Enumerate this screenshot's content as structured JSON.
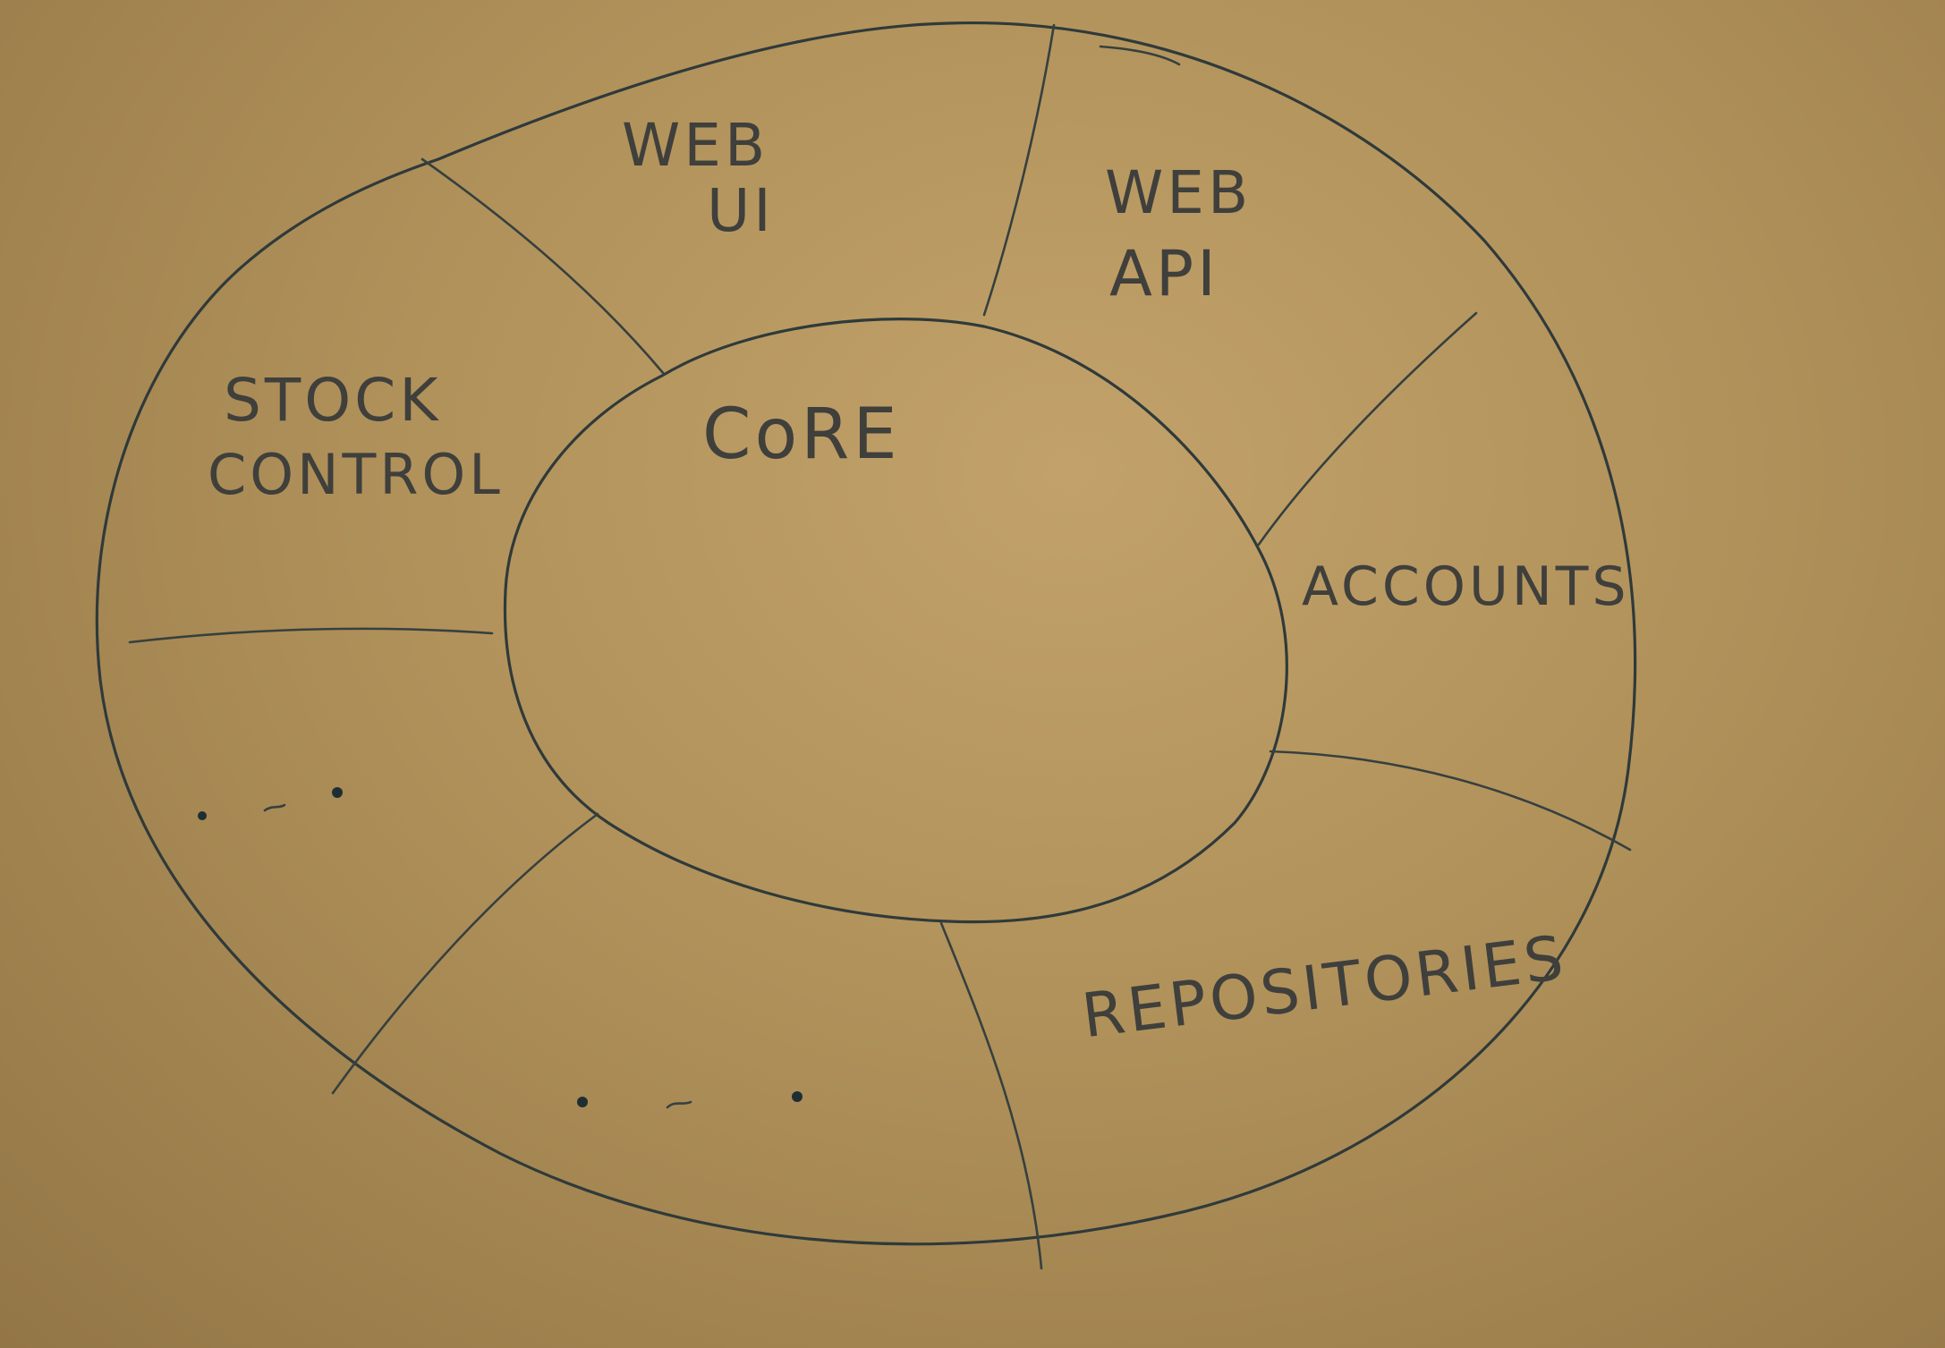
{
  "diagram": {
    "center": {
      "label": "CoRE"
    },
    "segments": [
      {
        "id": "web-ui",
        "lines": [
          "WEB",
          "UI"
        ]
      },
      {
        "id": "web-api",
        "lines": [
          "WEB",
          "API"
        ]
      },
      {
        "id": "accounts",
        "lines": [
          "ACCOUNTS"
        ]
      },
      {
        "id": "repositories",
        "lines": [
          "REPOSITORIES"
        ]
      },
      {
        "id": "stock-control",
        "lines": [
          "STOCK",
          "CONTROL"
        ]
      },
      {
        "id": "ellipsis-left",
        "lines": [
          "..."
        ]
      },
      {
        "id": "ellipsis-bottom",
        "lines": [
          "..."
        ]
      }
    ],
    "colors": {
      "paper": "#b0915a",
      "ink": "#2f3a3a"
    }
  }
}
